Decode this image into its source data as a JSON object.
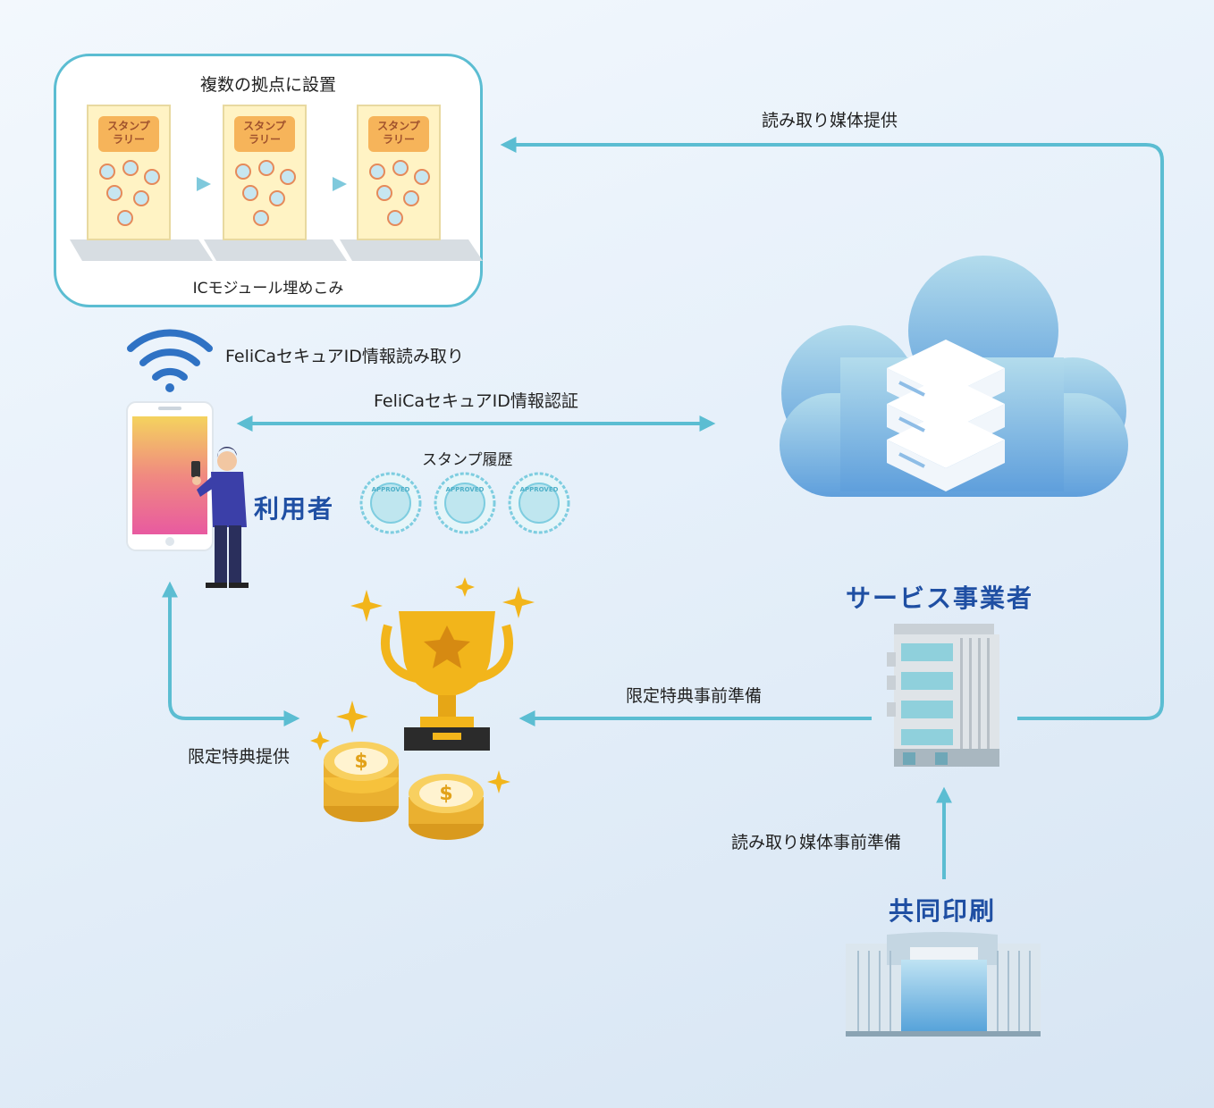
{
  "stands_box": {
    "title": "複数の拠点に設置",
    "caption": "ICモジュール埋めこみ",
    "poster_title_line1": "スタンプ",
    "poster_title_line2": "ラリー"
  },
  "labels": {
    "felica_read": "FeliCaセキュアID情報読み取り",
    "felica_auth": "FeliCaセキュアID情報認証",
    "stamp_history": "スタンプ履歴",
    "stamp_text": "APPROVED",
    "media_provide": "読み取り媒体提供",
    "benefit_prepare": "限定特典事前準備",
    "benefit_provide": "限定特典提供",
    "media_prepare": "読み取り媒体事前準備"
  },
  "actors": {
    "user": "利用者",
    "service_provider": "サービス事業者",
    "printer": "共同印刷"
  },
  "colors": {
    "arrow": "#5bbdd2",
    "actor_text": "#1f4fa3",
    "cloud_top": "#b3dcec",
    "cloud_bottom": "#5f9fdc",
    "trophy": "#f2b51b",
    "coin": "#f6c23c"
  },
  "icons": [
    "wifi-icon",
    "smartphone-icon",
    "user-figure-icon",
    "cloud-server-icon",
    "trophy-icon",
    "coins-icon",
    "office-building-icon",
    "printing-company-building-icon",
    "stamp-badge-icon",
    "sparkle-icon"
  ]
}
